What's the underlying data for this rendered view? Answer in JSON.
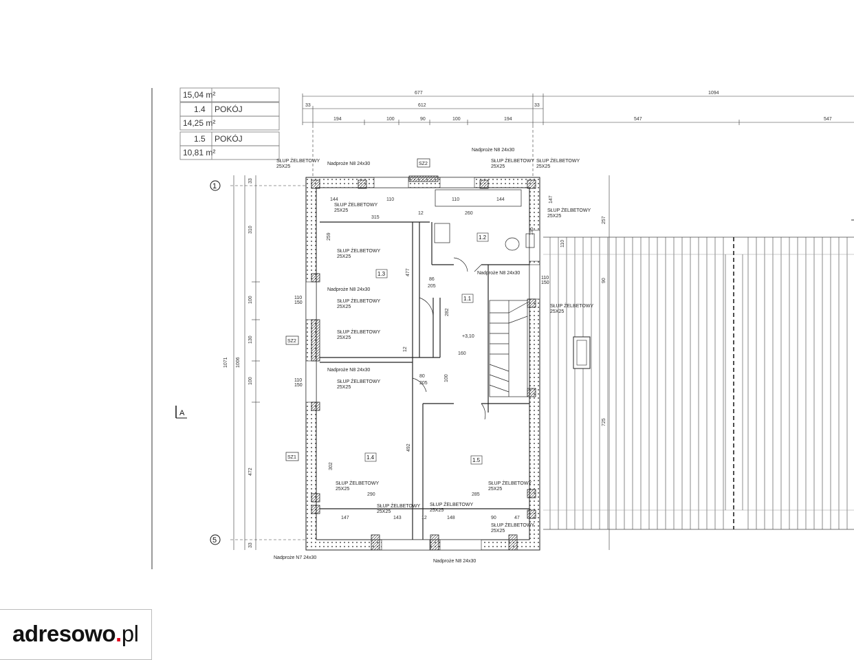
{
  "room_table": [
    {
      "value": "15,04 m²"
    },
    {
      "number": "1.4",
      "name": "POKÓJ",
      "value": "14,25 m²"
    },
    {
      "number": "1.5",
      "name": "POKÓJ",
      "value": "10,81 m²"
    }
  ],
  "top_dims": {
    "row1": [
      "677",
      "1094"
    ],
    "row2": [
      "33",
      "612",
      "33"
    ],
    "row3": [
      "194",
      "100",
      "90",
      "100",
      "194",
      "547",
      "547"
    ]
  },
  "left_dims": {
    "outer": "1071",
    "inner": "1006",
    "segments": [
      "33",
      "310",
      "100",
      "130",
      "100",
      "472",
      "33"
    ]
  },
  "axes": {
    "top": "1",
    "bottom": "5",
    "section": "A"
  },
  "rooms": [
    "1.1",
    "1.2",
    "1.3",
    "1.4",
    "1.5"
  ],
  "tags": {
    "lintel_n8": "Nadproże N8 24x30",
    "lintel_n7": "Nadproże N7 24x30",
    "column": "SŁUP ŻELBETOWY",
    "column_size": "25X25",
    "sz2": "SZ2",
    "sz1": "SZ1",
    "level": "+3,10",
    "window_top": "110",
    "window_bot": "150"
  },
  "inner_dims": [
    "144",
    "110",
    "110",
    "144",
    "315",
    "12",
    "260",
    "259",
    "477",
    "86",
    "205",
    "282",
    "160",
    "80",
    "205",
    "100",
    "12",
    "492",
    "302",
    "290",
    "285",
    "147",
    "143",
    "148",
    "90",
    "47",
    "12",
    "195",
    "257",
    "90",
    "725",
    "147",
    "110"
  ],
  "logo": {
    "main": "adresowo",
    "dot": ".",
    "tld": "pl"
  }
}
